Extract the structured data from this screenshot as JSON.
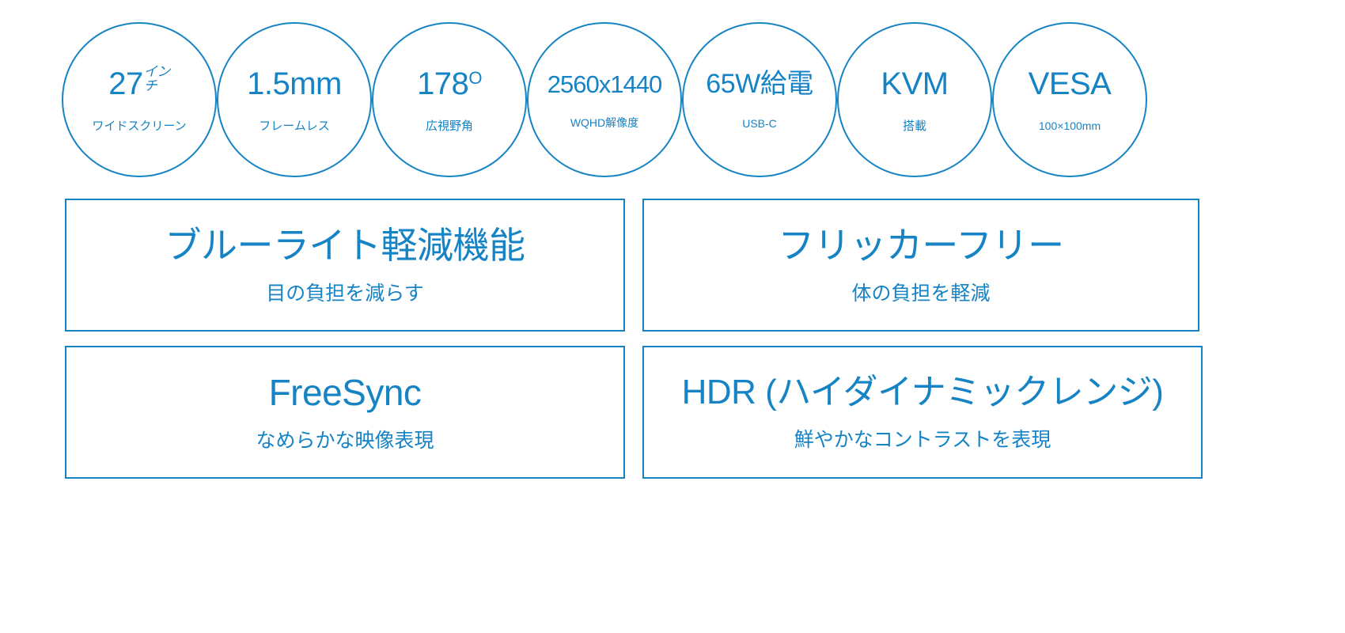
{
  "theme": {
    "accent": "#1683c4",
    "background": "#ffffff"
  },
  "badges": [
    {
      "id": "screen-size",
      "main": "27",
      "unit_line1": "イン",
      "unit_line2": "チ",
      "sub": "ワイドスクリーン"
    },
    {
      "id": "bezel",
      "main": "1.5mm",
      "sub": "フレームレス"
    },
    {
      "id": "viewing-angle",
      "main": "178",
      "degree": "O",
      "sub": "広視野角"
    },
    {
      "id": "resolution",
      "main": "2560x1440",
      "sub": "WQHD解像度"
    },
    {
      "id": "power-delivery",
      "main": "65W給電",
      "sub": "USB-C"
    },
    {
      "id": "kvm",
      "main": "KVM",
      "sub": "搭載"
    },
    {
      "id": "vesa",
      "main": "VESA",
      "sub": "100×100mm"
    }
  ],
  "feature_boxes": [
    {
      "id": "bluelight",
      "title": "ブルーライト軽減機能",
      "sub": "目の負担を減らす"
    },
    {
      "id": "flicker",
      "title": "フリッカーフリー",
      "sub": "体の負担を軽減"
    },
    {
      "id": "freesync",
      "title": "FreeSync",
      "sub": "なめらかな映像表現"
    },
    {
      "id": "hdr",
      "title": "HDR (ハイダイナミックレンジ)",
      "sub": "鮮やかなコントラストを表現"
    }
  ]
}
